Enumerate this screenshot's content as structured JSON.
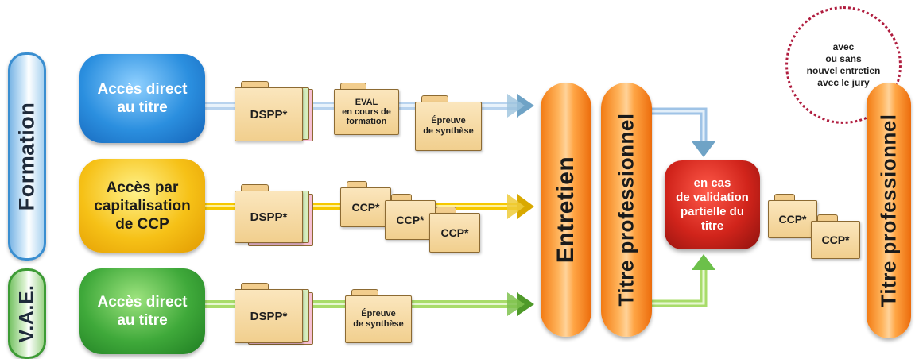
{
  "side_labels": {
    "formation": "Formation",
    "vae": "V.A.E."
  },
  "access": {
    "direct_top": "Accès direct\nau titre",
    "capitalisation": "Accès par\ncapitalisation\nde CCP",
    "direct_bottom": "Accès direct\nau titre"
  },
  "folders": {
    "dspp": "DSPP*",
    "eval": "EVAL\nen cours de\nformation",
    "epreuve": "Épreuve\nde synthèse",
    "ccp": "CCP*"
  },
  "center": {
    "entretien": "Entretien",
    "titre_pro": "Titre professionnel",
    "validation_partielle": "en cas\nde validation\npartielle du\ntitre"
  },
  "right": {
    "note": "avec\nou sans\nnouvel entretien\navec le jury",
    "titre_pro": "Titre professionnel"
  },
  "colors": {
    "blue_line": "#9fc3e6",
    "yellow_line": "#f5c400",
    "green_line": "#a8dc6a",
    "arrow_blue": "#5b8fb3",
    "arrow_yellow": "#d9a900",
    "arrow_green": "#5aa02c",
    "red_dots": "#b01d3f"
  }
}
